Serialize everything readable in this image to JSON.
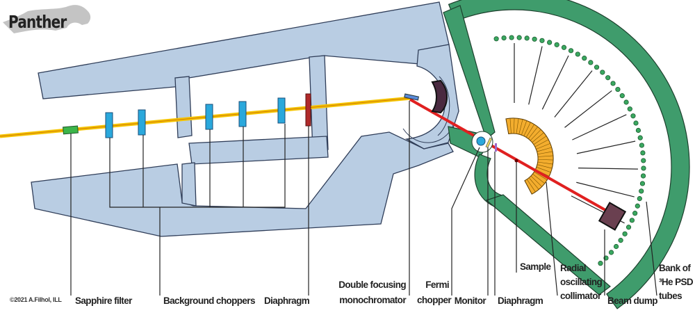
{
  "logo": {
    "title": "Panther"
  },
  "copyright": "©2021 A.Filhol, ILL",
  "labels": {
    "sapphire_filter": "Sapphire filter",
    "background_choppers": "Background choppers",
    "diaphragm_1": "Diaphragm",
    "monochromator_1": "Double focusing",
    "monochromator_2": "monochromator",
    "fermi_1": "Fermi",
    "fermi_2": "chopper",
    "monitor": "Monitor",
    "diaphragm_2": "Diaphragm",
    "sample": "Sample",
    "collimator_1": "Radial",
    "collimator_2": "oscillating",
    "collimator_3": "collimator",
    "beam_dump": "Beam dump",
    "detector_1": "Bank of",
    "detector_2": "³He PSD",
    "detector_3": "tubes"
  },
  "colors": {
    "shielding_blue": "#b9cde3",
    "shielding_green": "#3f9c6c",
    "incident_beam": "#f5c400",
    "scattered_beam": "#e02020",
    "chopper": "#2aa8dc",
    "diaphragm": "#b02a2a",
    "collimator": "#f3ad2e"
  }
}
